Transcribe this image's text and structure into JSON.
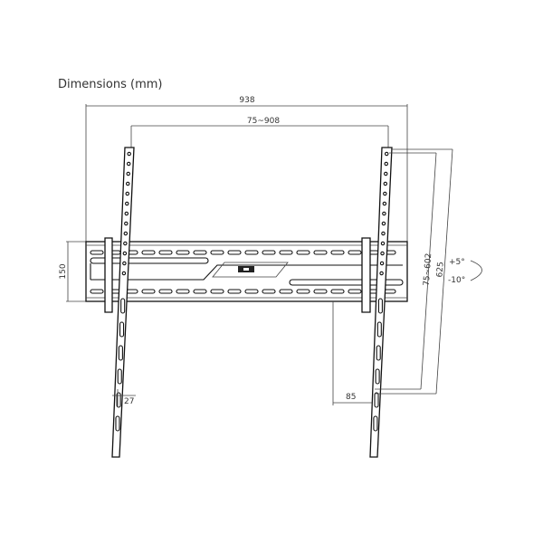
{
  "title": "Dimensions (mm)",
  "dimensions": {
    "overall_width": "938",
    "vesa_width": "75~908",
    "plate_height": "150",
    "depth_min": "27",
    "depth_max": "85",
    "vesa_height": "75~602",
    "arm_height": "625",
    "tilt_up": "+5°",
    "tilt_down": "-10°"
  }
}
